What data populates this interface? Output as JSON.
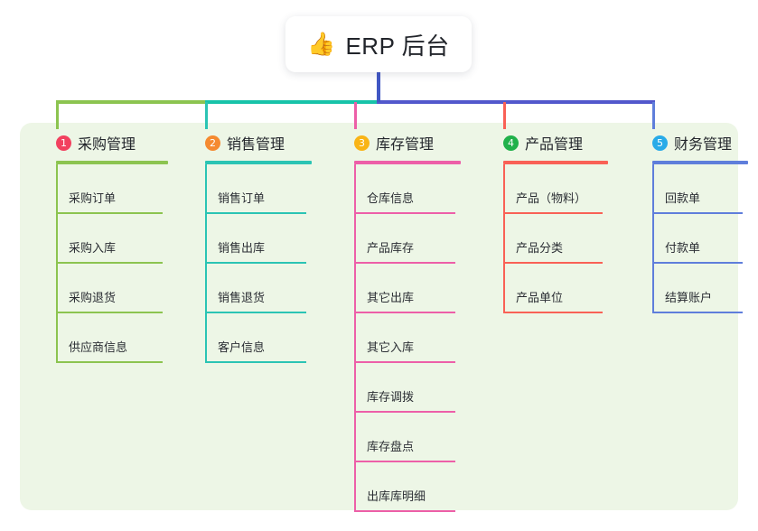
{
  "root": {
    "emoji": "👍",
    "emoji_name": "thumbs-up-icon",
    "title": "ERP 后台"
  },
  "palette": {
    "panel_bg": "#EDF6E6",
    "trunk": "#4157C4",
    "bus_left": "#8CC450",
    "bus_mid": "#17C3A9",
    "bus_right": "#5258CC"
  },
  "columns": [
    {
      "number": "1",
      "title": "采购管理",
      "badge_color": "#F2415F",
      "line_color": "#8CC450",
      "items": [
        "采购订单",
        "采购入库",
        "采购退货",
        "供应商信息"
      ]
    },
    {
      "number": "2",
      "title": "销售管理",
      "badge_color": "#F58A30",
      "line_color": "#2BC4B4",
      "items": [
        "销售订单",
        "销售出库",
        "销售退货",
        "客户信息"
      ]
    },
    {
      "number": "3",
      "title": "库存管理",
      "badge_color": "#F9B416",
      "line_color": "#ED5FA8",
      "items": [
        "仓库信息",
        "产品库存",
        "其它出库",
        "其它入库",
        "库存调拨",
        "库存盘点",
        "出库库明细"
      ]
    },
    {
      "number": "4",
      "title": "产品管理",
      "badge_color": "#21B14B",
      "line_color": "#F96156",
      "items": [
        "产品（物料）",
        "产品分类",
        "产品单位"
      ]
    },
    {
      "number": "5",
      "title": "财务管理",
      "badge_color": "#29ABE8",
      "line_color": "#5F7EDB",
      "items": [
        "回款单",
        "付款单",
        "结算账户"
      ]
    }
  ]
}
